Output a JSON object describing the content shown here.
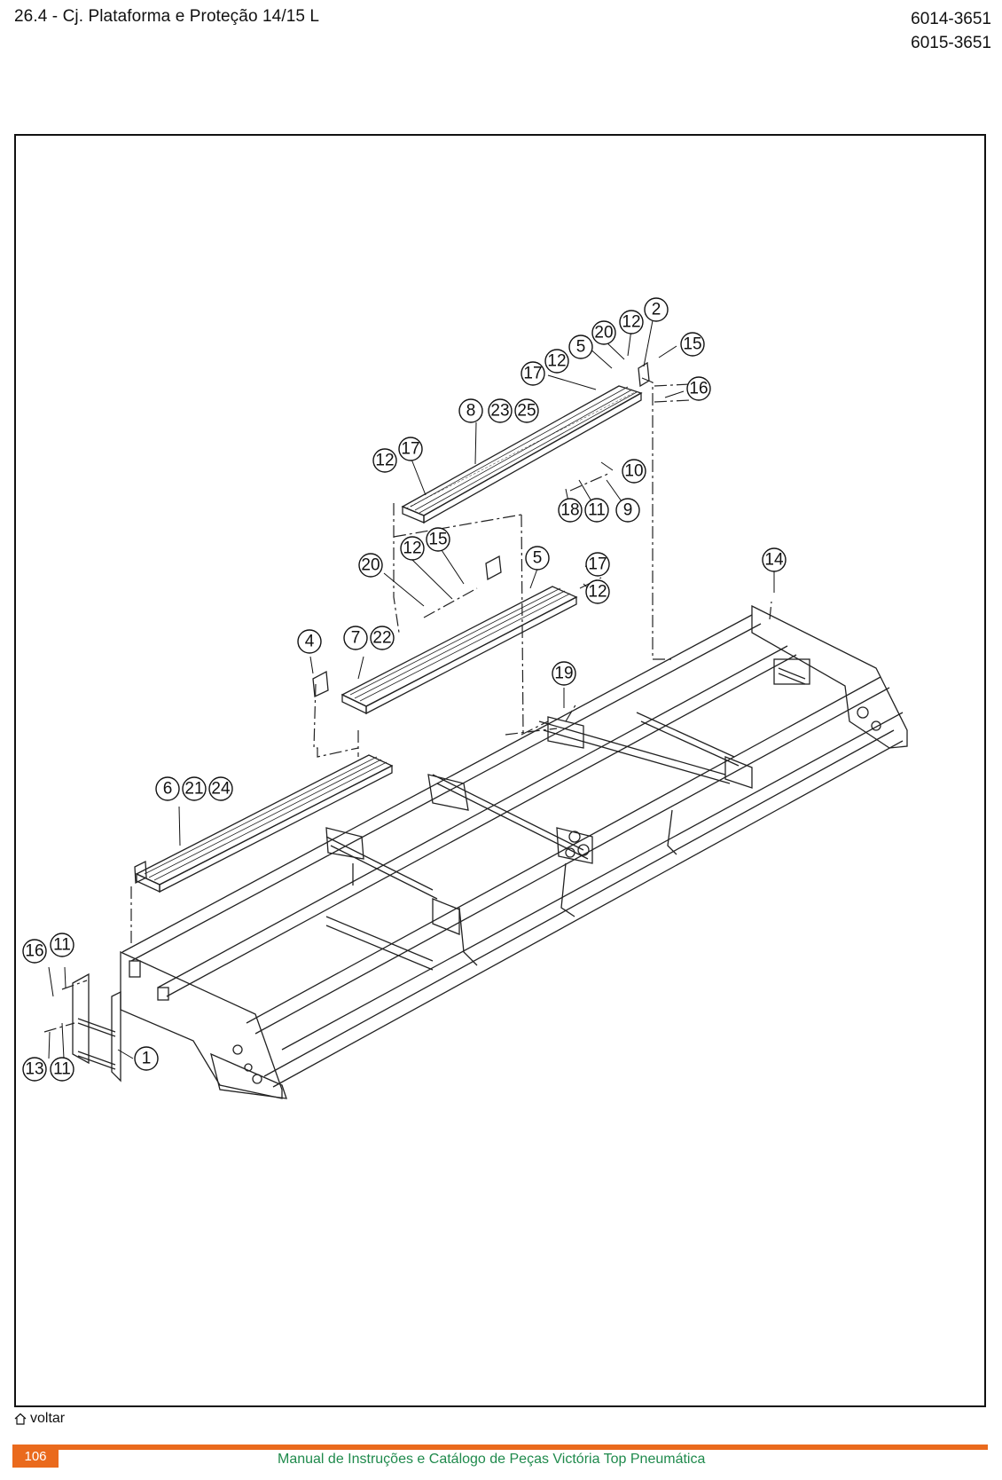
{
  "header": {
    "title": "26.4 - Cj. Plataforma e Proteção 14/15 L",
    "codes": [
      "6014-3651",
      "6015-3651"
    ]
  },
  "drawing": {
    "callouts": [
      "2",
      "12",
      "20",
      "5",
      "15",
      "12",
      "17",
      "16",
      "8",
      "23",
      "25",
      "12",
      "17",
      "10",
      "18",
      "11",
      "9",
      "12",
      "15",
      "20",
      "5",
      "17",
      "12",
      "14",
      "4",
      "7",
      "22",
      "19",
      "6",
      "21",
      "24",
      "16",
      "11",
      "13",
      "11",
      "1"
    ]
  },
  "nav": {
    "back_label": "voltar",
    "home_icon": "home-icon"
  },
  "footer": {
    "page_number": "106",
    "text": "Manual de Instruções e Catálogo de Peças Victória Top Pneumática",
    "accent_color": "#ea6a1d",
    "text_color": "#1f8a4c"
  }
}
